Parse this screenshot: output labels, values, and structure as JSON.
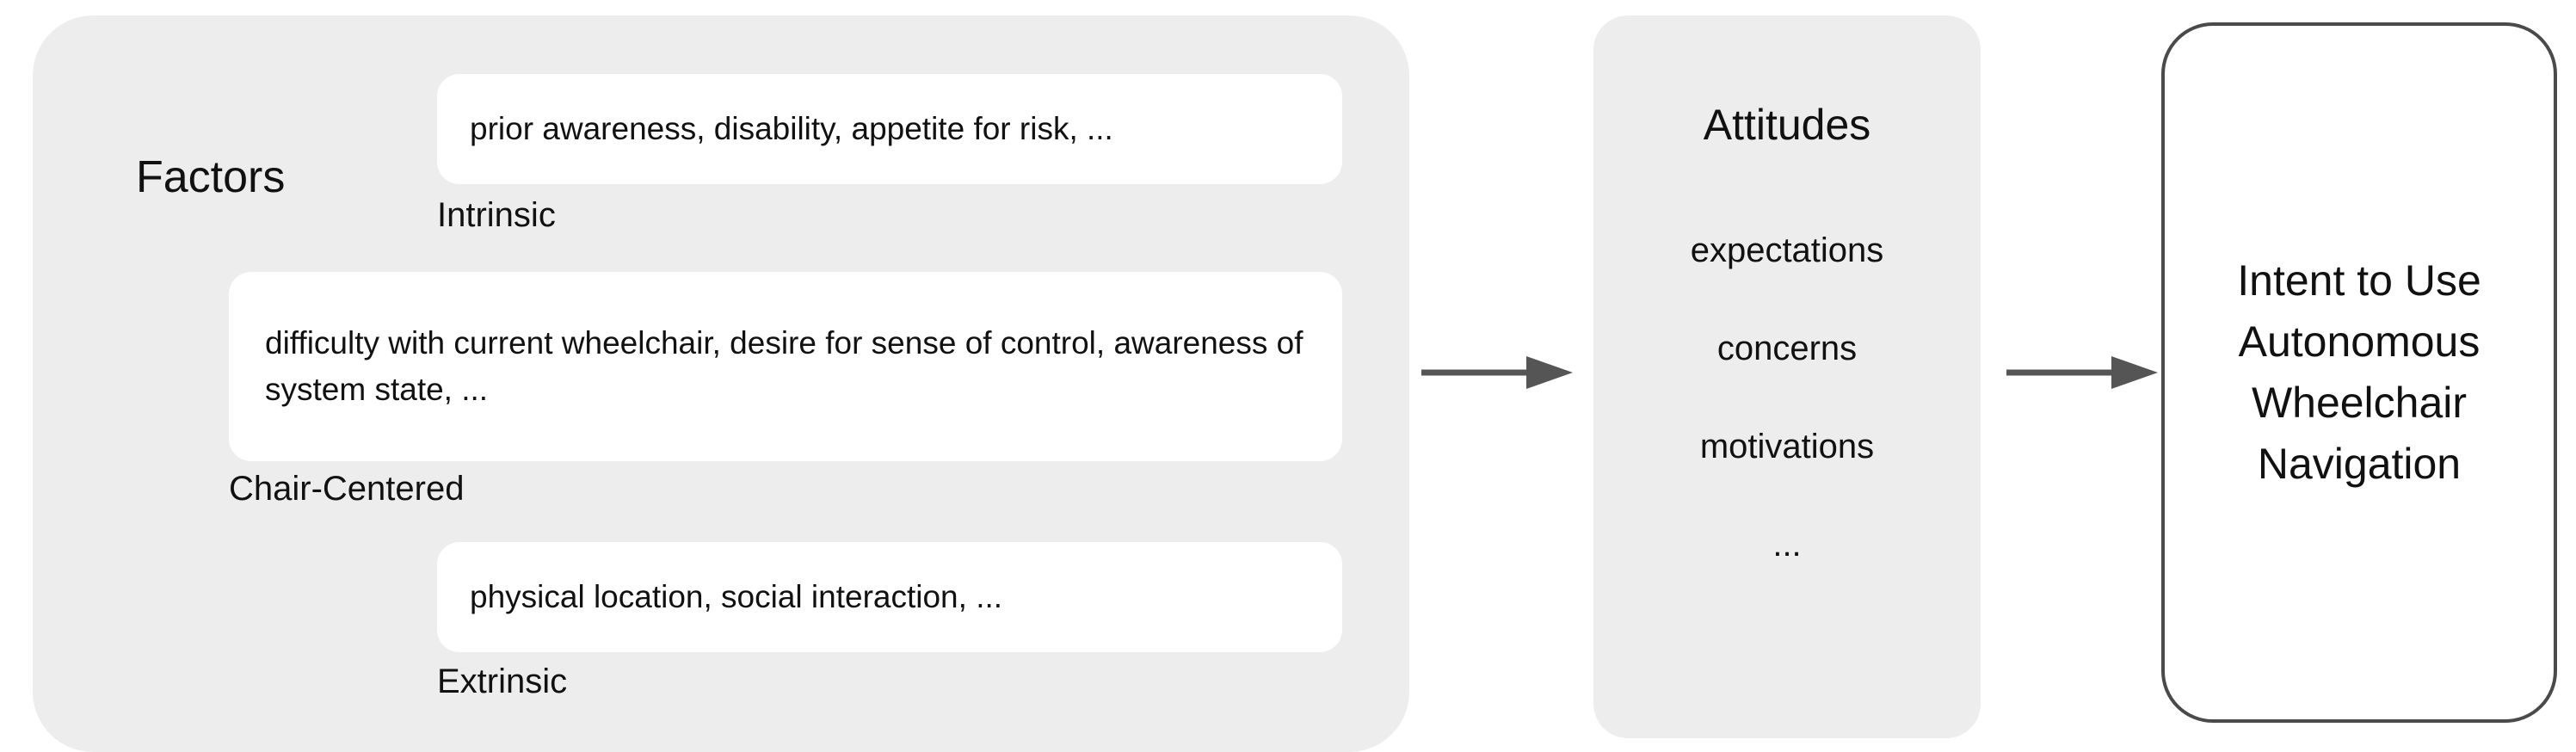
{
  "diagram": {
    "colors": {
      "panel_background": "#ededed",
      "card_background": "#ffffff",
      "page_background": "#ffffff",
      "text": "#111111",
      "arrow": "#555555",
      "outline_box_border": "#4a4a4a"
    },
    "factors": {
      "title": "Factors",
      "cards": [
        {
          "text": "prior awareness, disability, appetite for risk, ...",
          "label": "Intrinsic"
        },
        {
          "text": "difficulty with current wheelchair, desire for sense of control, awareness of system state, ...",
          "label": "Chair-Centered"
        },
        {
          "text": "physical location, social interaction, ...",
          "label": "Extrinsic"
        }
      ]
    },
    "attitudes": {
      "title": "Attitudes",
      "items": [
        "expectations",
        "concerns",
        "motivations",
        "..."
      ]
    },
    "outcome": {
      "lines": [
        "Intent to Use",
        "Autonomous",
        "Wheelchair",
        "Navigation"
      ]
    },
    "arrows": [
      {
        "name": "factors-to-attitudes"
      },
      {
        "name": "attitudes-to-outcome"
      }
    ]
  }
}
